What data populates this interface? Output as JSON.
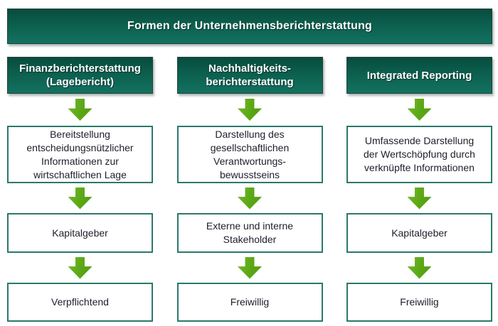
{
  "title": "Formen der Unternehmensberichterstattung",
  "colors": {
    "header_teal_top": "#084c3e",
    "header_teal_bottom": "#137160",
    "arrow_green": "#5aa714",
    "box_border_teal": "#2a796a",
    "text_dark": "#20202c",
    "text_on_teal": "#ffffff",
    "background": "#ffffff"
  },
  "icons": {
    "down_arrow": "thick green downward block arrow"
  },
  "columns": [
    {
      "header": "Finanzberichterstattung\n(Lagebericht)",
      "purpose": "Bereitstellung\nentscheidungsnützlicher\nInformationen zur\nwirtschaftlichen Lage",
      "audience": "Kapitalgeber",
      "obligation": "Verpflichtend"
    },
    {
      "header": "Nachhaltigkeits-\nberichterstattung",
      "purpose": "Darstellung des\ngesellschaftlichen\nVerantwortungs-\nbewusstseins",
      "audience": "Externe und interne\nStakeholder",
      "obligation": "Freiwillig"
    },
    {
      "header": "Integrated Reporting",
      "purpose": "Umfassende Darstellung\nder Wertschöpfung durch\nverknüpfte Informationen",
      "audience": "Kapitalgeber",
      "obligation": "Freiwillig"
    }
  ]
}
